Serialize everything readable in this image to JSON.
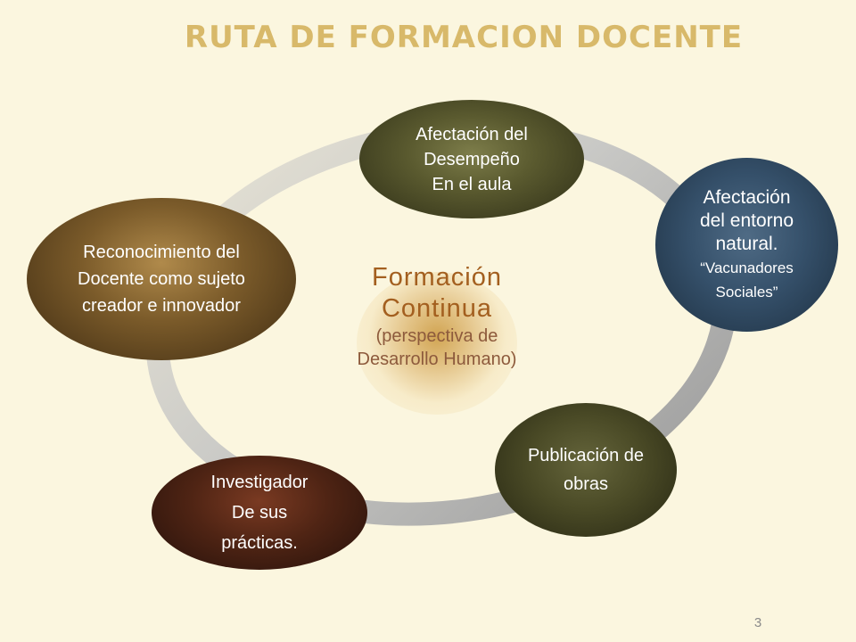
{
  "title": "RUTA DE FORMACION DOCENTE",
  "center": {
    "line1": "Formación",
    "line2": "Continua",
    "line3": "(perspectiva de",
    "line4": "Desarrollo Humano)"
  },
  "nodes": {
    "desempeno": [
      "Afectación del",
      "Desempeño",
      "En el aula"
    ],
    "entorno": [
      "Afectación",
      "del entorno",
      "natural.",
      "“Vacunadores",
      "Sociales”"
    ],
    "reconocimiento": [
      "Reconocimiento del",
      "Docente como sujeto",
      "creador e innovador"
    ],
    "publicacion": [
      "Publicación de",
      "obras"
    ],
    "investigador": [
      "Investigador",
      "De sus",
      "prácticas."
    ]
  },
  "colors": {
    "background": "#fbf6df",
    "title": "#d8b96a",
    "ring": "#bdbdbd",
    "center_text": "#a35f1f"
  },
  "page_number": "3"
}
